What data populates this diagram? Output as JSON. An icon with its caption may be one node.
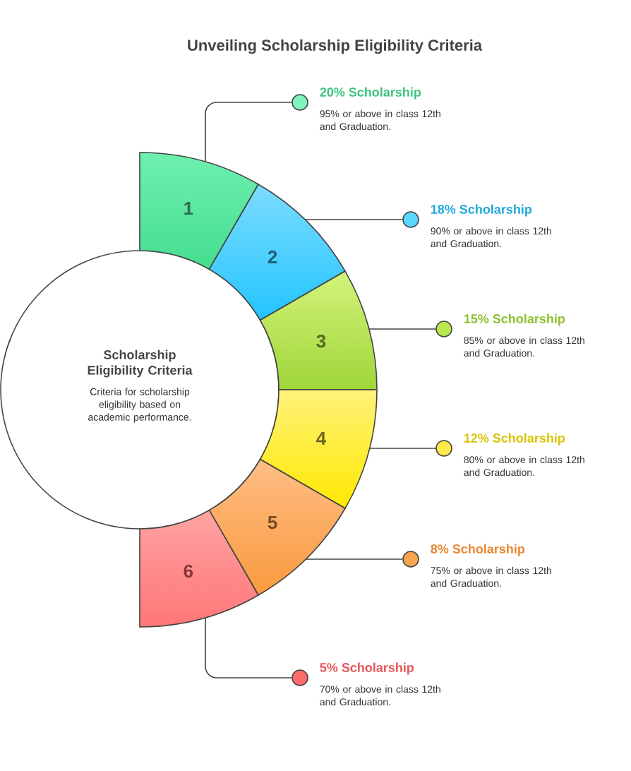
{
  "diagram": {
    "title": "Unveiling Scholarship Eligibility Criteria",
    "nodes": [
      {
        "text": [
          "Scholarship Eligibility Criteria",
          "Criteria for scholarship eligibility based on academic performance."
        ]
      },
      {
        "text": [
          "1"
        ]
      },
      {
        "text": [
          "2"
        ]
      },
      {
        "text": [
          "3"
        ]
      },
      {
        "text": [
          "4"
        ]
      },
      {
        "text": [
          "5"
        ]
      },
      {
        "text": [
          "6"
        ]
      },
      {
        "text": [],
        "shape": "circle",
        "beside": [
          "20% Scholarship",
          "95% or above in class 12th and Graduation."
        ]
      },
      {
        "text": [],
        "shape": "circle",
        "beside": [
          "18% Scholarship",
          "90% or above in class 12th and Graduation."
        ]
      },
      {
        "text": [],
        "shape": "circle",
        "beside": [
          "15% Scholarship",
          "85% or above in class 12th and Graduation."
        ]
      },
      {
        "text": [],
        "shape": "circle",
        "beside": [
          "12% Scholarship",
          "80% or above in class 12th and Graduation."
        ]
      },
      {
        "text": [],
        "shape": "circle",
        "beside": [
          "8% Scholarship",
          "75% or above in class 12th and Graduation."
        ]
      },
      {
        "text": [],
        "shape": "circle",
        "beside": [
          "5% Scholarship",
          "70% or above in class 12th and Graduation."
        ]
      }
    ],
    "edges": [
      {
        "from": 1,
        "to": 7,
        "arrow": "none"
      },
      {
        "from": 2,
        "to": 8,
        "arrow": "none"
      },
      {
        "from": 3,
        "to": 9,
        "arrow": "none"
      },
      {
        "from": 4,
        "to": 10,
        "arrow": "none"
      },
      {
        "from": 5,
        "to": 11,
        "arrow": "none"
      },
      {
        "from": 6,
        "to": 12,
        "arrow": "none"
      }
    ]
  }
}
